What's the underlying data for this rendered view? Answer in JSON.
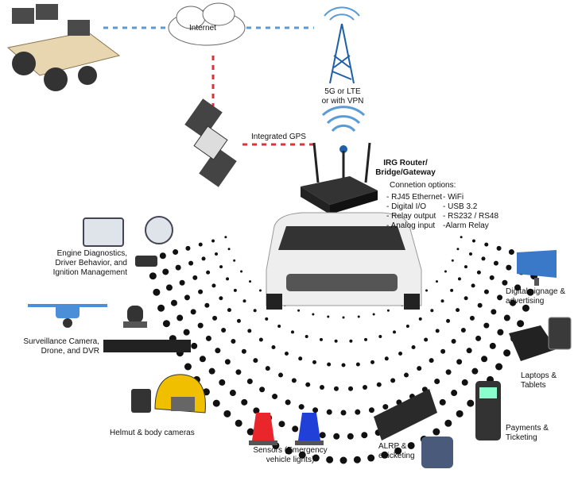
{
  "labels": {
    "internet": "Internet",
    "cell": [
      "5G or LTE",
      "or with VPN"
    ],
    "gps": "Integrated GPS",
    "router": [
      "IRG Router/",
      "Bridge/Gateway"
    ],
    "options_title": "Connetion options:",
    "options_left": [
      "- RJ45 Ethernet",
      "- Digital I/O",
      "- Relay output",
      "- Analog input"
    ],
    "options_right": [
      "- WiFi",
      "- USB 3.2",
      "- RS232 / RS48",
      "-Alarm Relay"
    ],
    "engine": [
      "Engine Diagnostics,",
      "Driver Behavior, and",
      "Ignition Management"
    ],
    "surveillance": [
      "Surveillance Camera,",
      "Drone, and DVR"
    ],
    "helmet": "Helmut & body cameras",
    "sensors": [
      "Sensors (Emergency",
      "vehicle lights)"
    ],
    "alrp": [
      "ALRP &",
      "e-ticketing"
    ],
    "payments": [
      "Payments &",
      "Ticketing"
    ],
    "laptops": [
      "Laptops &",
      "Tablets"
    ],
    "signage": [
      "Digital signage &",
      "advertising"
    ]
  },
  "colors": {
    "link_blue": "#5b9bd5",
    "link_red": "#e0303a",
    "light_red": "#e8262b",
    "light_blue": "#2040d8"
  }
}
